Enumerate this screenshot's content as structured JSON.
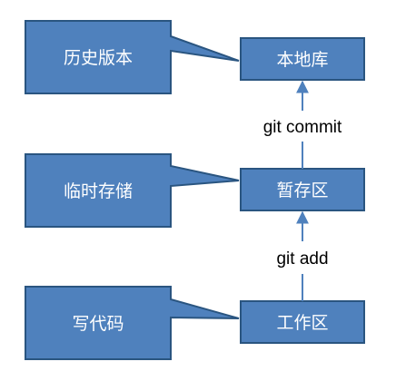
{
  "diagram": {
    "stages": [
      {
        "label": "本地库"
      },
      {
        "label": "暂存区"
      },
      {
        "label": "工作区"
      }
    ],
    "callouts": [
      {
        "label": "历史版本"
      },
      {
        "label": "临时存储"
      },
      {
        "label": "写代码"
      }
    ],
    "commands": [
      {
        "label": "git commit"
      },
      {
        "label": "git add"
      }
    ],
    "colors": {
      "fill": "#4f81bd",
      "stroke": "#2a5580",
      "arrow": "#4f81bd",
      "text_on_box": "#ffffff",
      "label_text": "#000000"
    }
  }
}
